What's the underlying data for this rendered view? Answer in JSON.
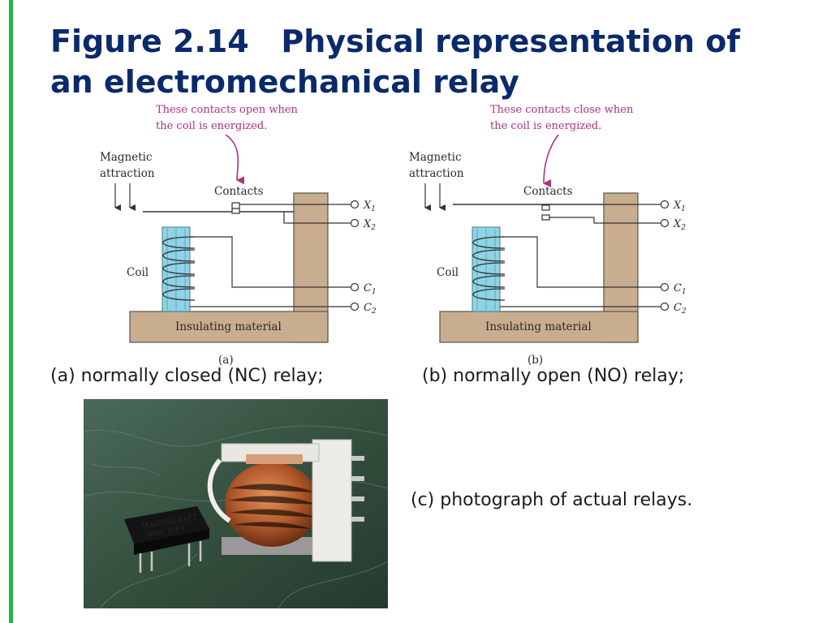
{
  "slide": {
    "title_line1": "Figure 2.14   Physical representation of",
    "title_line2": "an electromechanical relay",
    "accent_color": "#2bb04a",
    "title_color": "#0b2a6b"
  },
  "diagram_a": {
    "callout_line1": "These contacts open when",
    "callout_line2": "the coil is energized.",
    "magnetic_line1": "Magnetic",
    "magnetic_line2": "attraction",
    "contacts_label": "Contacts",
    "coil_label": "Coil",
    "insulating_label": "Insulating material",
    "sublabel": "(a)",
    "terminals": [
      {
        "letter": "X",
        "sub": "1"
      },
      {
        "letter": "X",
        "sub": "2"
      },
      {
        "letter": "C",
        "sub": "1"
      },
      {
        "letter": "C",
        "sub": "2"
      }
    ]
  },
  "diagram_b": {
    "callout_line1": "These contacts close when",
    "callout_line2": "the coil is energized.",
    "magnetic_line1": "Magnetic",
    "magnetic_line2": "attraction",
    "contacts_label": "Contacts",
    "coil_label": "Coil",
    "insulating_label": "Insulating material",
    "sublabel": "(b)",
    "terminals": [
      {
        "letter": "X",
        "sub": "1"
      },
      {
        "letter": "X",
        "sub": "2"
      },
      {
        "letter": "C",
        "sub": "1"
      },
      {
        "letter": "C",
        "sub": "2"
      }
    ]
  },
  "captions": {
    "a": "(a) normally closed (NC) relay;",
    "b": "(b) normally open (NO) relay;",
    "c": "(c) photograph of actual relays."
  },
  "photo": {
    "chip_text_line1": "MAGNECRAFT",
    "chip_text_line2": "W107 DIP-1"
  },
  "colors": {
    "callout": "#b0307a",
    "insulator": "#c9ad8f",
    "coil": "#8fd3e6",
    "marble": "#3d5a4c"
  }
}
